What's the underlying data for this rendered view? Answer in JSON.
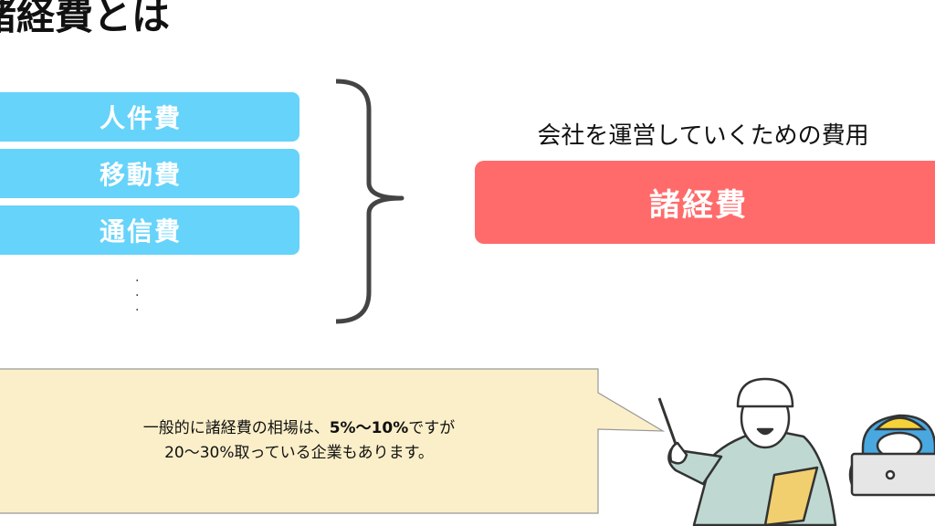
{
  "title": "諸経費とは",
  "categories": [
    "人件費",
    "移動費",
    "通信費"
  ],
  "ellipsis": "・\n・\n・",
  "description": "会社を運営していくための費用",
  "total_label": "諸経費",
  "callout": {
    "line1_prefix": "一般的に諸経費の相場は、",
    "line1_bold": "5%〜10%",
    "line1_suffix": "ですが",
    "line2": "20〜30%取っている企業もあります。"
  },
  "colors": {
    "category": "#66d3fa",
    "total": "#ff6b6b",
    "callout_fill": "#fbefc9"
  }
}
